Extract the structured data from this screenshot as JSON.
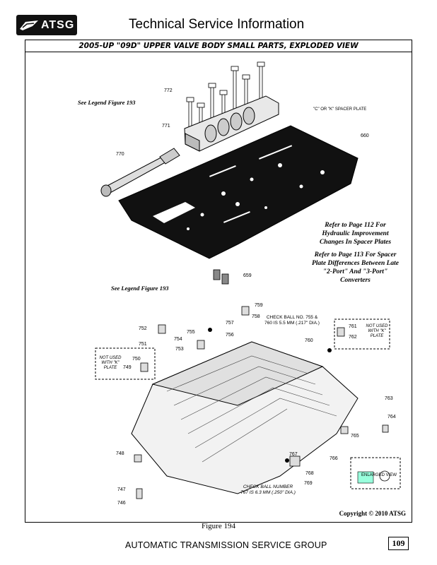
{
  "header": {
    "logo_text": "ATSG",
    "title": "Technical Service Information"
  },
  "figure": {
    "title": "2005-UP \"09D\" UPPER VALVE BODY SMALL PARTS, EXPLODED VIEW",
    "caption": "Figure 194",
    "copyright": "Copyright © 2010 ATSG"
  },
  "notes": {
    "legend_top": "See Legend Figure 193",
    "legend_mid": "See Legend Figure 193",
    "refer_1": "Refer to Page 112 For Hydraulic Improvement Changes In Spacer Plates",
    "refer_2": "Refer to Page 113 For Spacer Plate Differences Between Late \"2-Port\" And \"3-Port\" Converters"
  },
  "callouts": {
    "spacer_plate": "\"C\" OR \"K\" SPACER PLATE",
    "check_ball_755": "CHECK BALL NO. 755 & 760 IS 5.5 MM (.217\" DIA.)",
    "check_ball_767": "CHECK BALL NUMBER 767 IS 6.3 MM (.250\" DIA.)",
    "not_used_right": "NOT USED WITH \"K\" PLATE",
    "not_used_left": "NOT USED WITH \"K\" PLATE",
    "enlarged_view": "ENLARGED VIEW"
  },
  "part_numbers": [
    "772",
    "771",
    "770",
    "660",
    "659",
    "759",
    "758",
    "757",
    "756",
    "755",
    "754",
    "753",
    "752",
    "751",
    "750",
    "749",
    "761",
    "762",
    "760",
    "763",
    "764",
    "765",
    "766",
    "767",
    "768",
    "769",
    "748",
    "747",
    "746"
  ],
  "footer": {
    "company": "AUTOMATIC TRANSMISSION SERVICE GROUP",
    "page": "109"
  }
}
